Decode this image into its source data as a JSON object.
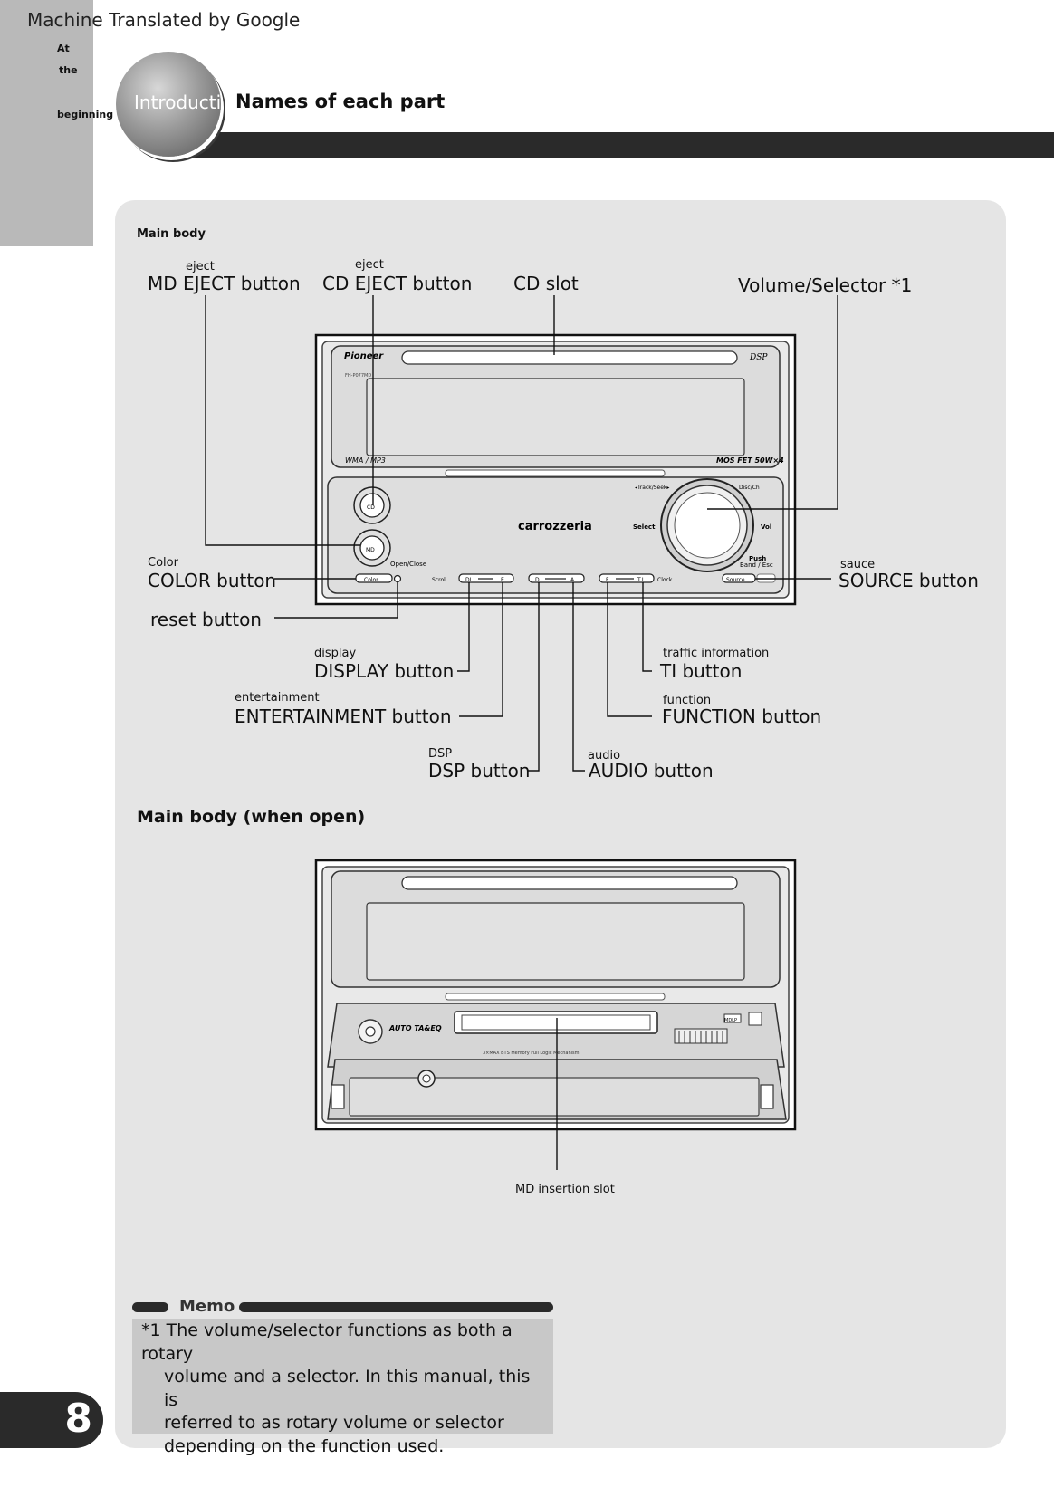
{
  "header": {
    "machine_translated": "Machine Translated by Google",
    "side_tab": [
      "At",
      "the",
      "beginning"
    ],
    "circle_label": "Introductio",
    "page_title": "Names of each part"
  },
  "main_body": {
    "section_title": "Main body",
    "device_texts": {
      "brand": "Pioneer",
      "dsp": "DSP",
      "model": "FH-P077MD",
      "wma": "WMA / MP3",
      "mosfet": "MOS FET 50W×4",
      "carrozzeria": "carrozzeria",
      "track_seek": "◂Track/Seek▸",
      "disc_ch": "Disc/Ch",
      "select": "Select",
      "vol": "Vol",
      "push": "Push",
      "band_esc": "Band / Esc",
      "open_close": "Open/Close",
      "color_btn": "Color",
      "scroll": "Scroll",
      "di": "DI",
      "e": "E",
      "d": "D",
      "a": "A",
      "f": "F",
      "ti": "T.I",
      "clock": "Clock",
      "source": "Source",
      "cd": "CD",
      "md": "MD"
    },
    "callouts": {
      "md_eject_sub": "eject",
      "md_eject": "MD EJECT button",
      "cd_eject_sub": "eject",
      "cd_eject": "CD EJECT button",
      "cd_slot": "CD slot",
      "volume": "Volume/Selector *1",
      "color_sub": "Color",
      "color": "COLOR button",
      "source_sub": "sauce",
      "source": "SOURCE button",
      "reset": "reset button",
      "display_sub": "display",
      "display": "DISPLAY button",
      "ti_sub": "traffic information",
      "ti": "TI button",
      "ent_sub": "entertainment",
      "ent": "ENTERTAINMENT button",
      "function_sub": "function",
      "function": "FUNCTION button",
      "dsp_sub": "DSP",
      "dsp": "DSP button",
      "audio_sub": "audio",
      "audio": "AUDIO button"
    }
  },
  "open_body": {
    "section_title": "Main body (when open)",
    "device_texts": {
      "auto_ta": "AUTO TA&EQ",
      "ribbon": "3×MAX BTS Memory Full Logic Mechanism",
      "mdlp": "MDLP"
    },
    "md_slot": "MD insertion slot"
  },
  "memo": {
    "title": "Memo",
    "line1": "*1 The volume/selector functions as both a rotary",
    "line2": "volume and a selector. In this manual, this is",
    "line3": "referred to as rotary volume or selector",
    "line4": "depending on the function used."
  },
  "page_number": "8"
}
